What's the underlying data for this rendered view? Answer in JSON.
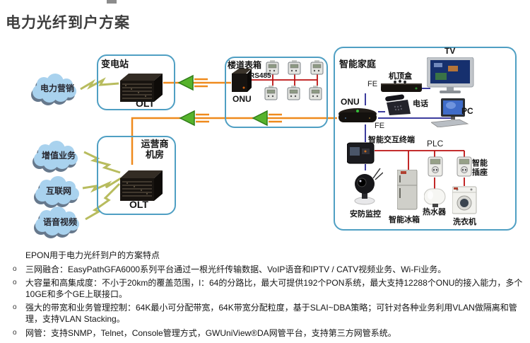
{
  "page": {
    "title": "电力光纤到户方案"
  },
  "clouds": [
    {
      "label": "电力营销"
    },
    {
      "label": "增值业务"
    },
    {
      "label": "互联网"
    },
    {
      "label": "语音视频"
    }
  ],
  "substation": {
    "title": "变电站",
    "device_label": "OLT"
  },
  "meter_box": {
    "title": "楼道表箱",
    "device_label": "ONU",
    "bus_label": "RS485"
  },
  "operator_room": {
    "title_line1": "运营商",
    "title_line2": "机房",
    "device_label": "OLT"
  },
  "smart_home": {
    "title": "智能家庭",
    "onu_label": "ONU",
    "fe_top": "FE",
    "fe_bottom": "FE",
    "plc_label": "PLC",
    "tv": "TV",
    "stb": "机顶盒",
    "phone": "电话",
    "pc": "PC",
    "terminal": "智能交互终端",
    "camera": "安防监控",
    "fridge": "智能冰箱",
    "heater": "热水器",
    "washer": "洗衣机",
    "socket_line1": "智能",
    "socket_line2": "插座"
  },
  "features": {
    "heading": "EPON用于电力光纤到户的方案特点",
    "bullet_marker": "o",
    "bullets": [
      "三网融合：EasyPathGFA6000系列平台通过一根光纤传输数据、VoIP语音和IPTV / CATV视频业务、Wi-Fi业务。",
      "大容量和高集成度：不小于20km的覆盖范围，l：64的分路比，最大可提供192个PON系统，最大支持12288个ONU的接入能力，多个10GE和多个GE上联接口。",
      "强大的带宽和业务管理控制：64K最小可分配带宽，64K带宽分配粒度，基于SLAI~DBA策略；可针对各种业务利用VLAN做隔离和管理，支持VLAN Stacking。",
      "网管：支持SNMP，Telnet，Console管理方式，GWUniView®DA网管平台，支持第三方网管系统。"
    ]
  },
  "colors": {
    "box_border": "#4f9fc3",
    "fiber_orange": "#ef8a1d",
    "lan_purple": "#3c3c9e",
    "plc_red": "#bb1111",
    "arrow_green": "#56b32c",
    "cloud_blue": "#a9d2ee",
    "lightning_olive": "#b8bc5e"
  }
}
